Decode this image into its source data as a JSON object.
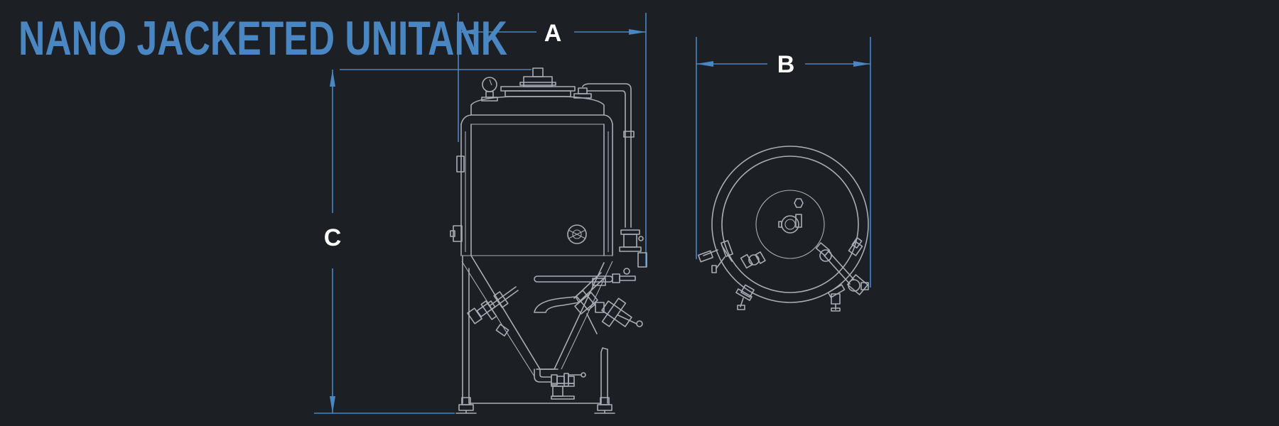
{
  "title": "NANO JACKETED UNITANK",
  "dimensions": {
    "a": "A",
    "b": "B",
    "c": "C"
  },
  "colors": {
    "background": "#1c1f24",
    "accent": "#4a86c2",
    "line": "#a8adb6",
    "label": "#ffffff"
  }
}
